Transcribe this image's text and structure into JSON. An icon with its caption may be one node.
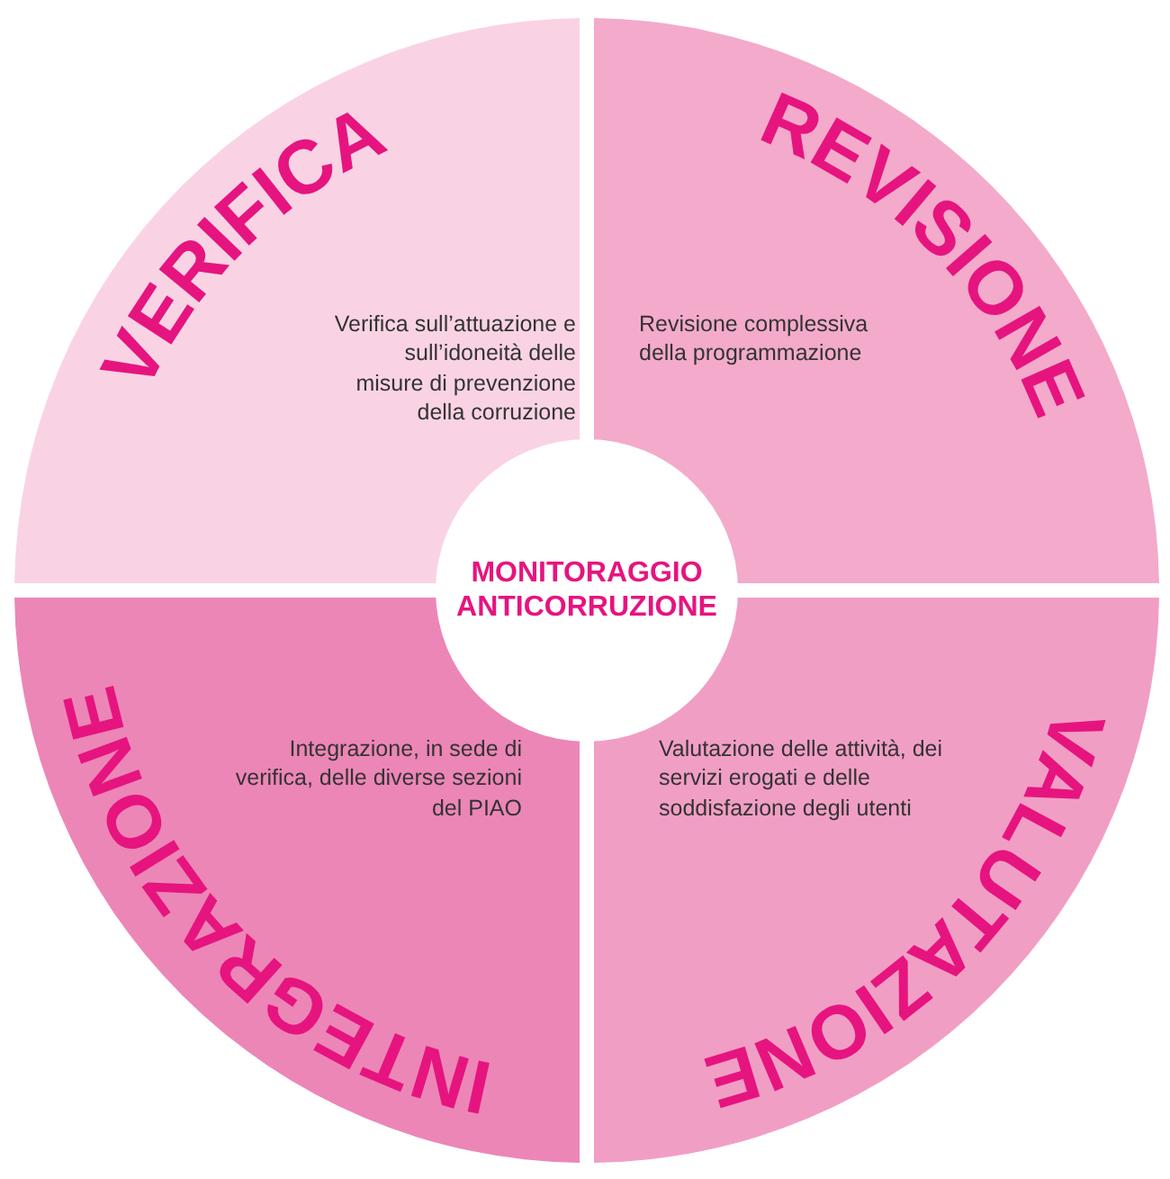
{
  "diagram": {
    "nodes": [
      {
        "text": [
          "VERIFICA",
          "Verifica sull’attuazione e sull’idoneità delle misure di prevenzione della corruzione"
        ]
      },
      {
        "text": [
          "REVISIONE",
          "Revisione complessiva della programmazione"
        ]
      },
      {
        "text": [
          "MONITORAGGIO ANTICORRUZIONE"
        ]
      },
      {
        "text": [
          "INTEGRAZIONE",
          "Integrazione, in sede di verifica, delle diverse sezioni del PIAO"
        ]
      },
      {
        "text": [
          "VALUTAZIONE",
          "Valutazione delle attività, dei servizi erogati e delle soddisfazione degli utenti"
        ]
      }
    ]
  }
}
